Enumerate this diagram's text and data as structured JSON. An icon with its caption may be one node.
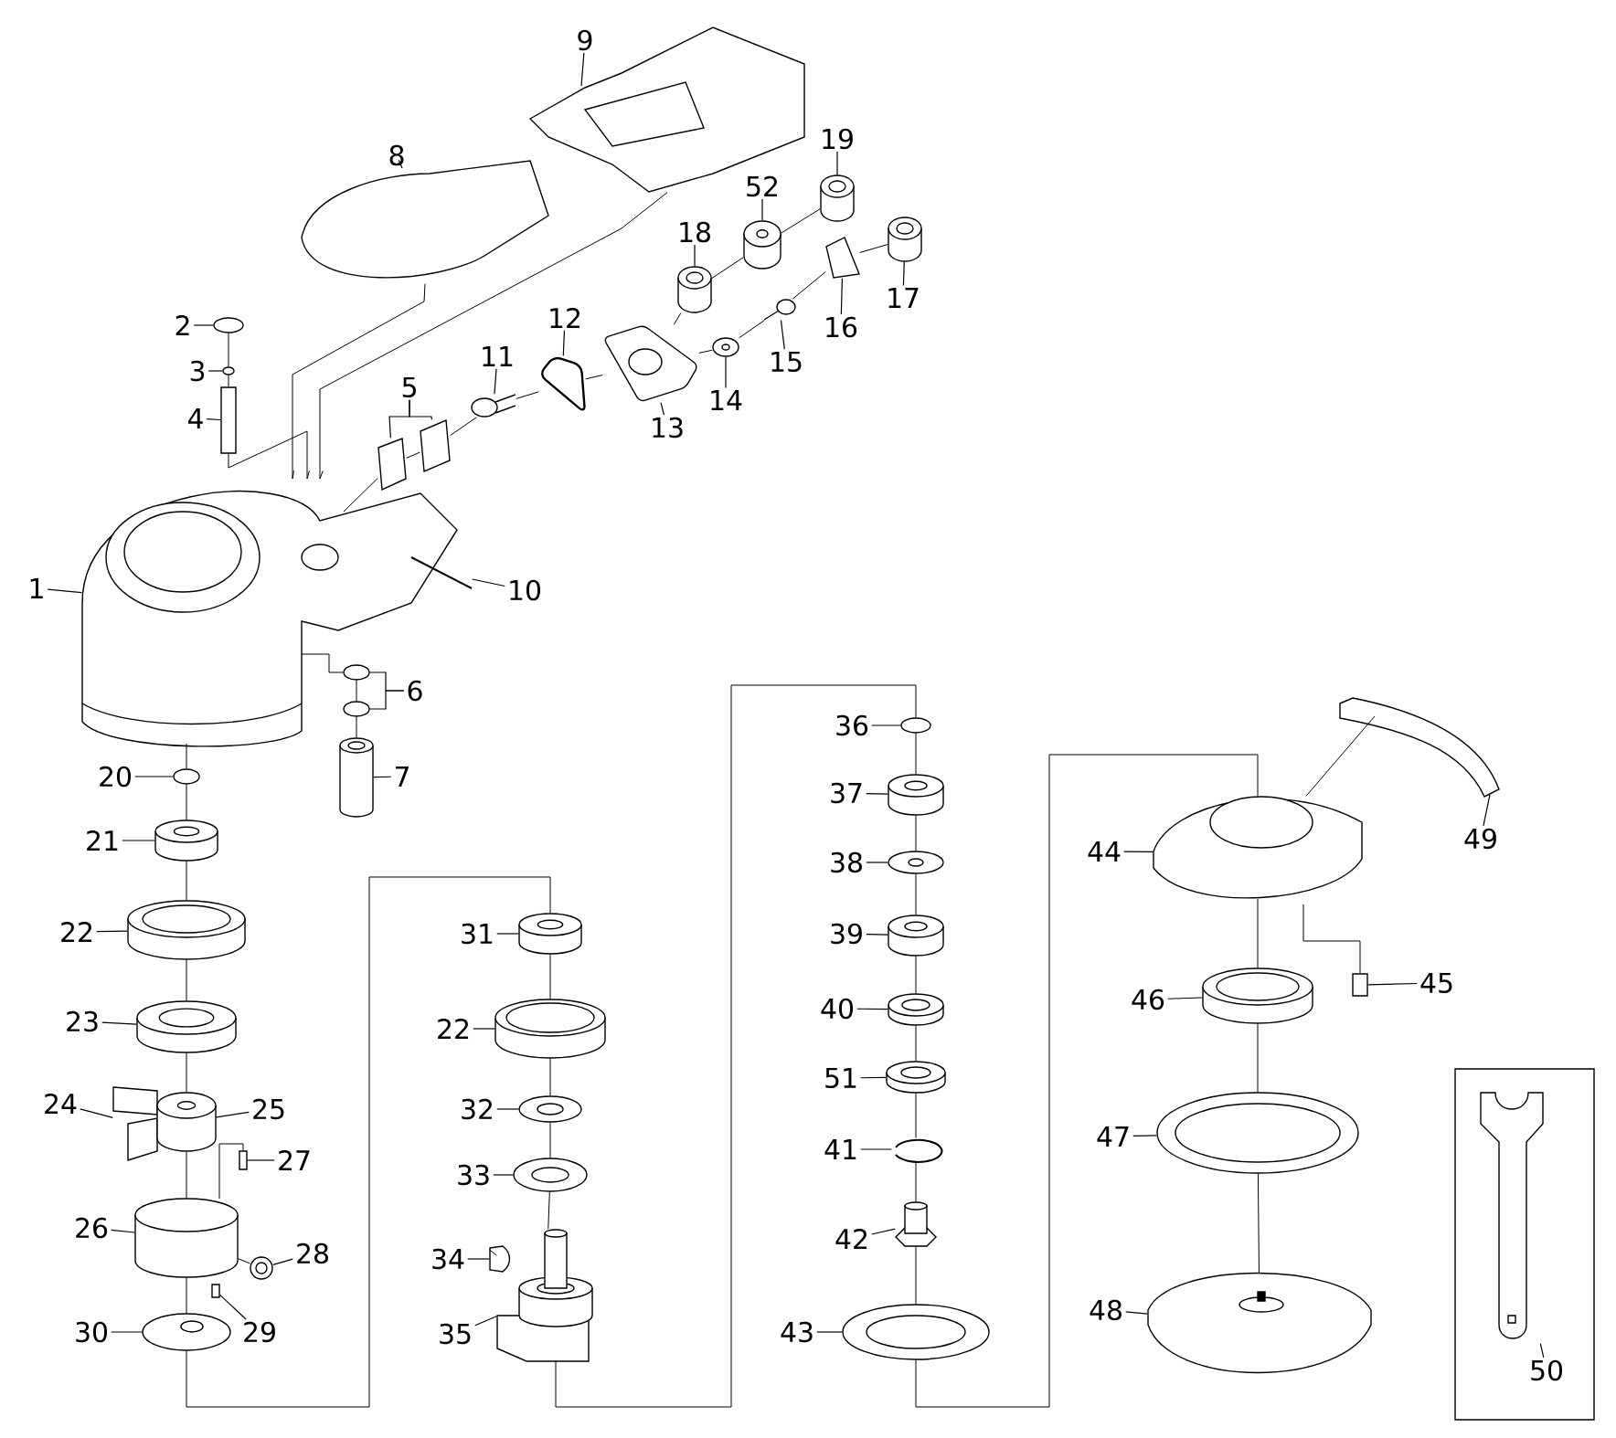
{
  "diagram": {
    "nodes": [
      {
        "text": [
          "1"
        ]
      },
      {
        "text": [
          "2"
        ]
      },
      {
        "text": [
          "3"
        ]
      },
      {
        "text": [
          "4"
        ]
      },
      {
        "text": [
          "5"
        ]
      },
      {
        "text": [
          "6"
        ]
      },
      {
        "text": [
          "7"
        ]
      },
      {
        "text": [
          "8"
        ]
      },
      {
        "text": [
          "9"
        ]
      },
      {
        "text": [
          "10"
        ]
      },
      {
        "text": [
          "11"
        ]
      },
      {
        "text": [
          "12"
        ]
      },
      {
        "text": [
          "13"
        ]
      },
      {
        "text": [
          "14"
        ]
      },
      {
        "text": [
          "15"
        ]
      },
      {
        "text": [
          "16"
        ]
      },
      {
        "text": [
          "17"
        ]
      },
      {
        "text": [
          "18"
        ]
      },
      {
        "text": [
          "19"
        ]
      },
      {
        "text": [
          "52"
        ]
      },
      {
        "text": [
          "20"
        ]
      },
      {
        "text": [
          "21"
        ]
      },
      {
        "text": [
          "22"
        ]
      },
      {
        "text": [
          "23"
        ]
      },
      {
        "text": [
          "24"
        ]
      },
      {
        "text": [
          "25"
        ]
      },
      {
        "text": [
          "27"
        ]
      },
      {
        "text": [
          "26"
        ]
      },
      {
        "text": [
          "28"
        ]
      },
      {
        "text": [
          "29"
        ]
      },
      {
        "text": [
          "30"
        ]
      },
      {
        "text": [
          "31"
        ]
      },
      {
        "text": [
          "22"
        ]
      },
      {
        "text": [
          "32"
        ]
      },
      {
        "text": [
          "33"
        ]
      },
      {
        "text": [
          "34"
        ]
      },
      {
        "text": [
          "35"
        ]
      },
      {
        "text": [
          "36"
        ]
      },
      {
        "text": [
          "37"
        ]
      },
      {
        "text": [
          "38"
        ]
      },
      {
        "text": [
          "39"
        ]
      },
      {
        "text": [
          "40"
        ]
      },
      {
        "text": [
          "51"
        ]
      },
      {
        "text": [
          "41"
        ]
      },
      {
        "text": [
          "42"
        ]
      },
      {
        "text": [
          "43"
        ]
      },
      {
        "text": [
          "44"
        ]
      },
      {
        "text": [
          "45"
        ]
      },
      {
        "text": [
          "46"
        ]
      },
      {
        "text": [
          "47"
        ]
      },
      {
        "text": [
          "48"
        ]
      },
      {
        "text": [
          "49"
        ]
      },
      {
        "text": [
          "50"
        ]
      },
      {
        "text": [],
        "shape": "picture"
      },
      {
        "text": [],
        "shape": "circle"
      },
      {
        "text": [],
        "shape": "circle"
      },
      {
        "text": [],
        "shape": "box"
      },
      {
        "text": [],
        "shape": "picture"
      },
      {
        "text": [],
        "shape": "picture"
      },
      {
        "text": [],
        "shape": "circle"
      },
      {
        "text": [],
        "shape": "circle"
      },
      {
        "text": [],
        "shape": "cylinder"
      },
      {
        "text": [],
        "shape": "picture"
      },
      {
        "text": [],
        "shape": "picture"
      },
      {
        "text": [],
        "shape": "picture"
      },
      {
        "text": [],
        "shape": "picture"
      },
      {
        "text": [],
        "shape": "picture"
      },
      {
        "text": [],
        "shape": "picture"
      },
      {
        "text": [],
        "shape": "circle"
      },
      {
        "text": [],
        "shape": "picture"
      },
      {
        "text": [],
        "shape": "picture"
      },
      {
        "text": [],
        "shape": "cylinder"
      },
      {
        "text": [],
        "shape": "cylinder"
      },
      {
        "text": [],
        "shape": "cylinder"
      },
      {
        "text": [],
        "shape": "cylinder"
      },
      {
        "text": [],
        "shape": "circle"
      },
      {
        "text": [],
        "shape": "cylinder"
      },
      {
        "text": [],
        "shape": "cylinder"
      },
      {
        "text": [],
        "shape": "cylinder"
      },
      {
        "text": [],
        "shape": "picture"
      },
      {
        "text": [],
        "shape": "cylinder"
      },
      {
        "text": [],
        "shape": "box"
      },
      {
        "text": [],
        "shape": "cylinder"
      },
      {
        "text": [],
        "shape": "circle"
      },
      {
        "text": [],
        "shape": "box"
      },
      {
        "text": [],
        "shape": "circle"
      },
      {
        "text": [],
        "shape": "cylinder"
      },
      {
        "text": [],
        "shape": "cylinder"
      },
      {
        "text": [],
        "shape": "circle"
      },
      {
        "text": [],
        "shape": "circle"
      },
      {
        "text": [],
        "shape": "picture"
      },
      {
        "text": [],
        "shape": "picture"
      },
      {
        "text": [],
        "shape": "circle"
      },
      {
        "text": [],
        "shape": "cylinder"
      },
      {
        "text": [],
        "shape": "circle"
      },
      {
        "text": [],
        "shape": "cylinder"
      },
      {
        "text": [],
        "shape": "cylinder"
      },
      {
        "text": [],
        "shape": "cylinder"
      },
      {
        "text": [],
        "shape": "circle"
      },
      {
        "text": [],
        "shape": "picture"
      },
      {
        "text": [],
        "shape": "circle"
      },
      {
        "text": [],
        "shape": "picture"
      },
      {
        "text": [],
        "shape": "box"
      },
      {
        "text": [],
        "shape": "cylinder"
      },
      {
        "text": [],
        "shape": "circle"
      },
      {
        "text": [],
        "shape": "picture"
      },
      {
        "text": [],
        "shape": "picture"
      },
      {
        "text": [],
        "shape": "picture"
      }
    ],
    "edges": [
      {
        "from": 0,
        "to": 53,
        "arrow": "none"
      },
      {
        "from": 1,
        "to": 54,
        "arrow": "none"
      },
      {
        "from": 2,
        "to": 55,
        "arrow": "none"
      },
      {
        "from": 3,
        "to": 56,
        "arrow": "none"
      },
      {
        "from": 4,
        "to": 57,
        "arrow": "none"
      },
      {
        "from": 4,
        "to": 58,
        "arrow": "none"
      },
      {
        "from": 5,
        "to": 59,
        "arrow": "none"
      },
      {
        "from": 5,
        "to": 60,
        "arrow": "none"
      },
      {
        "from": 6,
        "to": 61,
        "arrow": "none"
      },
      {
        "from": 7,
        "to": 62,
        "arrow": "none"
      },
      {
        "from": 8,
        "to": 63,
        "arrow": "none"
      },
      {
        "from": 9,
        "to": 64,
        "arrow": "none"
      },
      {
        "from": 10,
        "to": 65,
        "arrow": "none"
      },
      {
        "from": 11,
        "to": 66,
        "arrow": "none"
      },
      {
        "from": 12,
        "to": 67,
        "arrow": "none"
      },
      {
        "from": 13,
        "to": 68,
        "arrow": "none"
      },
      {
        "from": 14,
        "to": 69,
        "arrow": "none"
      },
      {
        "from": 15,
        "to": 70,
        "arrow": "none"
      },
      {
        "from": 16,
        "to": 71,
        "arrow": "none"
      },
      {
        "from": 17,
        "to": 72,
        "arrow": "none"
      },
      {
        "from": 18,
        "to": 73,
        "arrow": "none"
      },
      {
        "from": 19,
        "to": 74,
        "arrow": "none"
      },
      {
        "from": 20,
        "to": 75,
        "arrow": "none"
      },
      {
        "from": 21,
        "to": 76,
        "arrow": "none"
      },
      {
        "from": 22,
        "to": 77,
        "arrow": "none"
      },
      {
        "from": 23,
        "to": 78,
        "arrow": "none"
      },
      {
        "from": 24,
        "to": 79,
        "arrow": "none"
      },
      {
        "from": 25,
        "to": 80,
        "arrow": "none"
      },
      {
        "from": 26,
        "to": 81,
        "arrow": "none"
      },
      {
        "from": 27,
        "to": 82,
        "arrow": "none"
      },
      {
        "from": 28,
        "to": 83,
        "arrow": "none"
      },
      {
        "from": 29,
        "to": 84,
        "arrow": "none"
      },
      {
        "from": 30,
        "to": 85,
        "arrow": "none"
      },
      {
        "from": 31,
        "to": 86,
        "arrow": "none"
      },
      {
        "from": 32,
        "to": 87,
        "arrow": "none"
      },
      {
        "from": 33,
        "to": 88,
        "arrow": "none"
      },
      {
        "from": 34,
        "to": 89,
        "arrow": "none"
      },
      {
        "from": 35,
        "to": 90,
        "arrow": "none"
      },
      {
        "from": 36,
        "to": 91,
        "arrow": "none"
      },
      {
        "from": 37,
        "to": 92,
        "arrow": "none"
      },
      {
        "from": 38,
        "to": 93,
        "arrow": "none"
      },
      {
        "from": 39,
        "to": 94,
        "arrow": "none"
      },
      {
        "from": 40,
        "to": 95,
        "arrow": "none"
      },
      {
        "from": 41,
        "to": 96,
        "arrow": "none"
      },
      {
        "from": 42,
        "to": 97,
        "arrow": "none"
      },
      {
        "from": 43,
        "to": 98,
        "arrow": "none"
      },
      {
        "from": 44,
        "to": 99,
        "arrow": "none"
      },
      {
        "from": 45,
        "to": 100,
        "arrow": "none"
      },
      {
        "from": 46,
        "to": 101,
        "arrow": "none"
      },
      {
        "from": 47,
        "to": 102,
        "arrow": "none"
      },
      {
        "from": 48,
        "to": 103,
        "arrow": "none"
      },
      {
        "from": 49,
        "to": 104,
        "arrow": "none"
      },
      {
        "from": 50,
        "to": 105,
        "arrow": "none"
      },
      {
        "from": 51,
        "to": 106,
        "arrow": "none"
      },
      {
        "from": 52,
        "to": 107,
        "arrow": "none"
      },
      {
        "from": 54,
        "to": 55,
        "arrow": "none"
      },
      {
        "from": 55,
        "to": 56,
        "arrow": "none"
      },
      {
        "from": 56,
        "to": 53,
        "arrow": "none"
      },
      {
        "from": 62,
        "to": 53,
        "arrow": "none"
      },
      {
        "from": 63,
        "to": 53,
        "arrow": "none"
      },
      {
        "from": 53,
        "to": 59,
        "arrow": "none"
      },
      {
        "from": 59,
        "to": 60,
        "arrow": "none"
      },
      {
        "from": 60,
        "to": 61,
        "arrow": "none"
      },
      {
        "from": 53,
        "to": 57,
        "arrow": "none"
      },
      {
        "from": 57,
        "to": 58,
        "arrow": "none"
      },
      {
        "from": 58,
        "to": 65,
        "arrow": "none"
      },
      {
        "from": 65,
        "to": 66,
        "arrow": "none"
      },
      {
        "from": 66,
        "to": 67,
        "arrow": "none"
      },
      {
        "from": 67,
        "to": 72,
        "arrow": "none"
      },
      {
        "from": 72,
        "to": 74,
        "arrow": "none"
      },
      {
        "from": 74,
        "to": 73,
        "arrow": "none"
      },
      {
        "from": 67,
        "to": 68,
        "arrow": "none"
      },
      {
        "from": 68,
        "to": 69,
        "arrow": "none"
      },
      {
        "from": 69,
        "to": 70,
        "arrow": "none"
      },
      {
        "from": 70,
        "to": 71,
        "arrow": "none"
      },
      {
        "from": 53,
        "to": 75,
        "arrow": "none"
      },
      {
        "from": 75,
        "to": 76,
        "arrow": "none"
      },
      {
        "from": 76,
        "to": 77,
        "arrow": "none"
      },
      {
        "from": 77,
        "to": 78,
        "arrow": "none"
      },
      {
        "from": 78,
        "to": 80,
        "arrow": "none"
      },
      {
        "from": 80,
        "to": 82,
        "arrow": "none"
      },
      {
        "from": 81,
        "to": 82,
        "arrow": "none"
      },
      {
        "from": 83,
        "to": 82,
        "arrow": "none"
      },
      {
        "from": 82,
        "to": 85,
        "arrow": "none"
      },
      {
        "from": 85,
        "to": 86,
        "arrow": "none"
      },
      {
        "from": 86,
        "to": 87,
        "arrow": "none"
      },
      {
        "from": 87,
        "to": 88,
        "arrow": "none"
      },
      {
        "from": 88,
        "to": 89,
        "arrow": "none"
      },
      {
        "from": 89,
        "to": 91,
        "arrow": "none"
      },
      {
        "from": 90,
        "to": 91,
        "arrow": "none"
      },
      {
        "from": 91,
        "to": 92,
        "arrow": "none"
      },
      {
        "from": 92,
        "to": 93,
        "arrow": "none"
      },
      {
        "from": 93,
        "to": 94,
        "arrow": "none"
      },
      {
        "from": 94,
        "to": 95,
        "arrow": "none"
      },
      {
        "from": 95,
        "to": 96,
        "arrow": "none"
      },
      {
        "from": 96,
        "to": 97,
        "arrow": "none"
      },
      {
        "from": 97,
        "to": 98,
        "arrow": "none"
      },
      {
        "from": 98,
        "to": 99,
        "arrow": "none"
      },
      {
        "from": 99,
        "to": 100,
        "arrow": "none"
      },
      {
        "from": 100,
        "to": 101,
        "arrow": "none"
      },
      {
        "from": 101,
        "to": 103,
        "arrow": "none"
      },
      {
        "from": 103,
        "to": 104,
        "arrow": "none"
      },
      {
        "from": 104,
        "to": 105,
        "arrow": "none"
      },
      {
        "from": 101,
        "to": 102,
        "arrow": "none"
      },
      {
        "from": 106,
        "to": 101,
        "arrow": "none"
      }
    ]
  }
}
